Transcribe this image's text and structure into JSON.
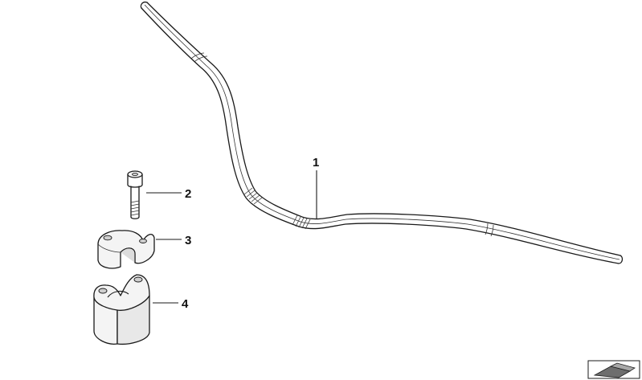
{
  "diagram": {
    "callouts": [
      "1",
      "2",
      "3",
      "4"
    ],
    "parts": [
      {
        "callout": "1",
        "part": "handlebar"
      },
      {
        "callout": "2",
        "part": "socket-head-screw"
      },
      {
        "callout": "3",
        "part": "upper-clamp"
      },
      {
        "callout": "4",
        "part": "lower-clamp-riser"
      }
    ]
  },
  "colors": {
    "line": "#1a1a1a",
    "fill": "#f4f4f4",
    "shade": "#dcdcdc"
  },
  "icons": {
    "corner": "parts-catalog-corner-icon"
  }
}
